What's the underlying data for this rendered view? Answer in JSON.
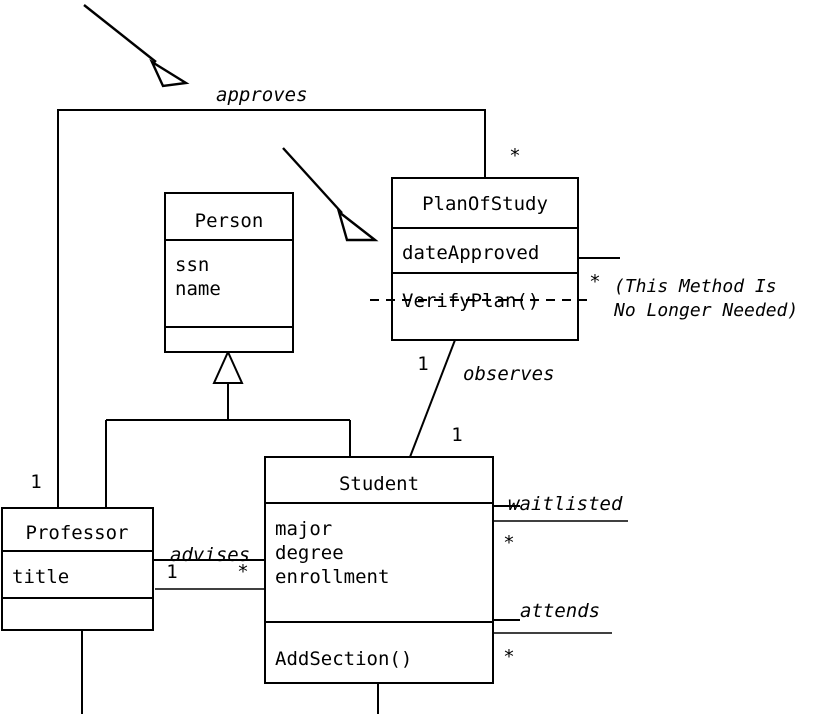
{
  "diagram": {
    "title": "UML Class Diagram",
    "background_color": "#ffffff",
    "line_color": "#000000"
  },
  "classes": {
    "person": {
      "name": "Person",
      "attributes": [
        "ssn",
        "name"
      ],
      "operations": []
    },
    "plan_of_study": {
      "name": "PlanOfStudy",
      "attributes": [
        "dateApproved"
      ],
      "operations": [
        "VerifyPlan()"
      ],
      "operation_struck_through": true
    },
    "student": {
      "name": "Student",
      "attributes": [
        "major",
        "degree",
        "enrollment"
      ],
      "operations": [
        "AddSection()"
      ]
    },
    "professor": {
      "name": "Professor",
      "attributes": [
        "title"
      ],
      "operations": []
    }
  },
  "associations": {
    "approves": {
      "label": "approves",
      "source_multiplicity": "1",
      "target_multiplicity": "*"
    },
    "observes": {
      "label": "observes",
      "source_multiplicity": "1",
      "target_multiplicity": "1"
    },
    "advises": {
      "label": "advises",
      "source_multiplicity": "1",
      "target_multiplicity": "*"
    },
    "waitlisted": {
      "label": "waitlisted",
      "target_multiplicity": "*"
    },
    "attends": {
      "label": "attends",
      "target_multiplicity": "*"
    },
    "plan_right": {
      "target_multiplicity": "*"
    }
  },
  "annotations": {
    "method_note_line1": "(This Method Is",
    "method_note_line2": "No Longer Needed)"
  },
  "pointers": {
    "approves_arrow": "annotation-arrow-approves",
    "plan_arrow": "annotation-arrow-plan"
  }
}
